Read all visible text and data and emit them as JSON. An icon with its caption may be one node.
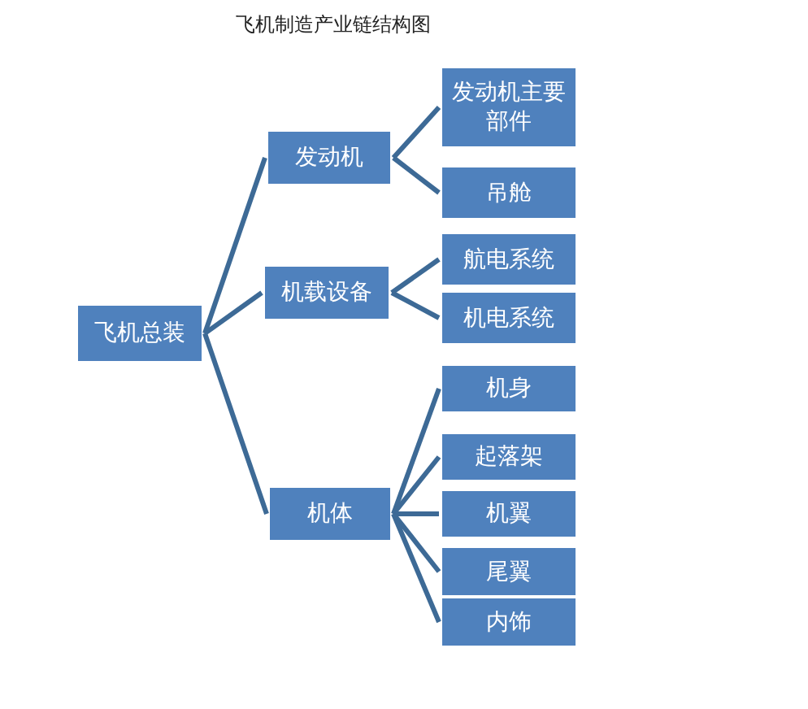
{
  "diagram": {
    "title": "飞机制造产业链结构图",
    "nodes": [
      {
        "text": [
          "飞机总装"
        ]
      },
      {
        "text": [
          "发动机"
        ]
      },
      {
        "text": [
          "机载设备"
        ]
      },
      {
        "text": [
          "机体"
        ]
      },
      {
        "text": [
          "发动机主要部件"
        ]
      },
      {
        "text": [
          "吊舱"
        ]
      },
      {
        "text": [
          "航电系统"
        ]
      },
      {
        "text": [
          "机电系统"
        ]
      },
      {
        "text": [
          "机身"
        ]
      },
      {
        "text": [
          "起落架"
        ]
      },
      {
        "text": [
          "机翼"
        ]
      },
      {
        "text": [
          "尾翼"
        ]
      },
      {
        "text": [
          "内饰"
        ]
      }
    ],
    "edges": [
      {
        "from": 0,
        "to": 1,
        "arrow": "none"
      },
      {
        "from": 0,
        "to": 2,
        "arrow": "none"
      },
      {
        "from": 0,
        "to": 3,
        "arrow": "none"
      },
      {
        "from": 1,
        "to": 4,
        "arrow": "none"
      },
      {
        "from": 1,
        "to": 5,
        "arrow": "none"
      },
      {
        "from": 2,
        "to": 6,
        "arrow": "none"
      },
      {
        "from": 2,
        "to": 7,
        "arrow": "none"
      },
      {
        "from": 3,
        "to": 8,
        "arrow": "none"
      },
      {
        "from": 3,
        "to": 9,
        "arrow": "none"
      },
      {
        "from": 3,
        "to": 10,
        "arrow": "none"
      },
      {
        "from": 3,
        "to": 11,
        "arrow": "none"
      },
      {
        "from": 3,
        "to": 12,
        "arrow": "none"
      }
    ]
  }
}
